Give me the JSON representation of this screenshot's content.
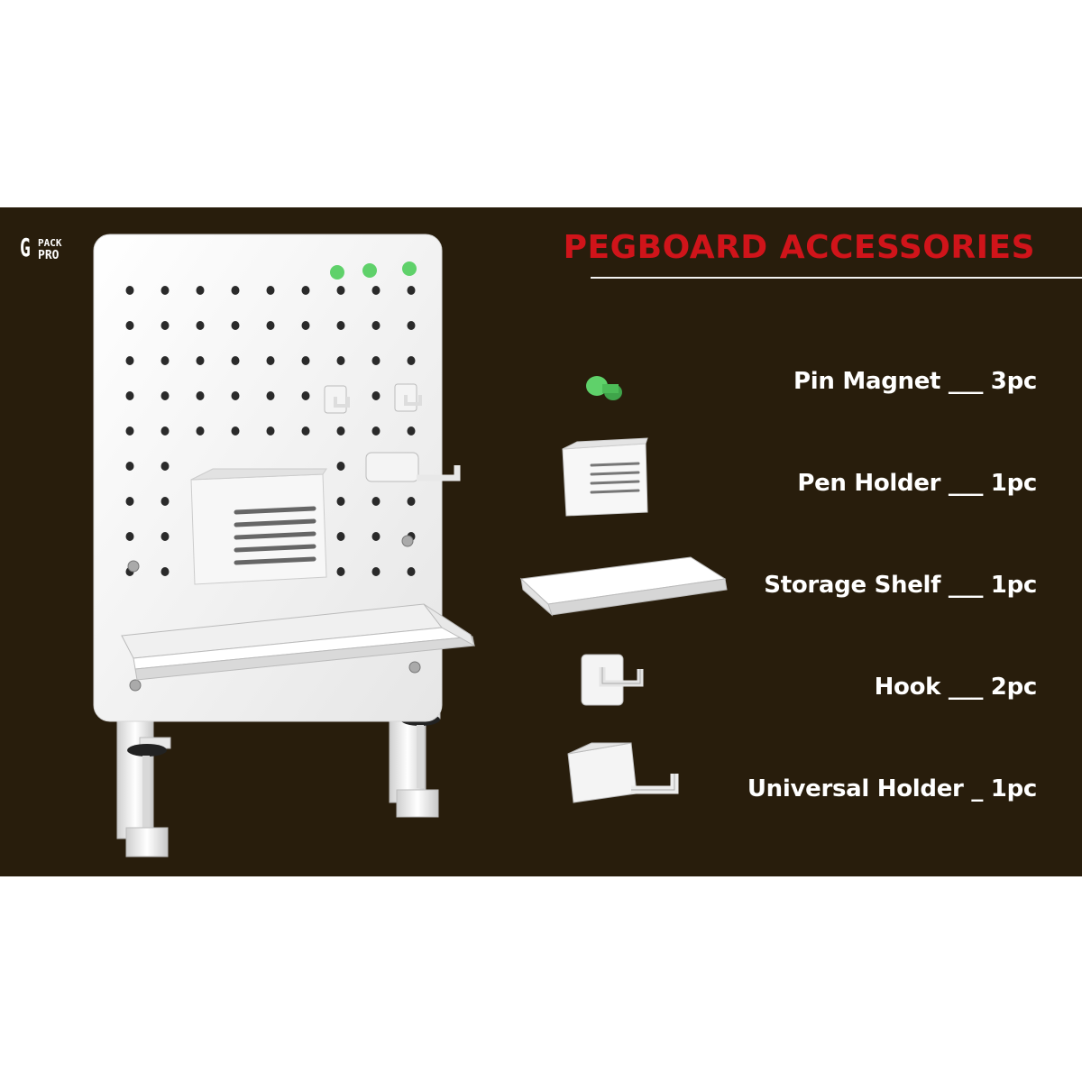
{
  "brand": {
    "logo_letter": "G",
    "logo_line1": "PACK",
    "logo_line2": "PRO"
  },
  "header": {
    "title": "PEGBOARD ACCESSORIES"
  },
  "accessories": [
    {
      "label": "Pin Magnet ___ 3pc",
      "icon": "pin-magnet-icon"
    },
    {
      "label": "Pen Holder ___ 1pc",
      "icon": "pen-holder-icon"
    },
    {
      "label": "Storage Shelf ___ 1pc",
      "icon": "storage-shelf-icon"
    },
    {
      "label": "Hook ___ 2pc",
      "icon": "hook-icon"
    },
    {
      "label": "Universal Holder _ 1pc",
      "icon": "universal-holder-icon"
    }
  ],
  "colors": {
    "background": "#281d0c",
    "title": "#d0141a",
    "text": "#ffffff",
    "pin": "#5fd16a",
    "product": "#f4f4f4"
  }
}
